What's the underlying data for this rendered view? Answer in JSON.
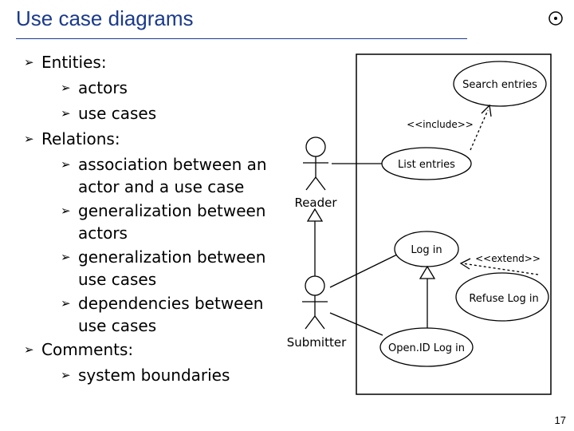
{
  "slide": {
    "title": "Use case diagrams",
    "page_number": "17"
  },
  "bullets": {
    "entities": "Entities:",
    "actors": "actors",
    "use_cases": "use cases",
    "relations": "Relations:",
    "association_1": "association between an",
    "association_2": "actor and a use case",
    "gen_actors_1": "generalization between",
    "gen_actors_2": "actors",
    "gen_uc_1": "generalization between",
    "gen_uc_2": "use cases",
    "dep_1": "dependencies between",
    "dep_2": "use cases",
    "comments": "Comments:",
    "boundaries": "system boundaries"
  },
  "diagram": {
    "actors": {
      "reader": "Reader",
      "submitter": "Submitter"
    },
    "use_cases": {
      "search": "Search entries",
      "list": "List entries",
      "login": "Log in",
      "refuse": "Refuse Log in",
      "openid": "Open.ID Log in"
    },
    "stereotypes": {
      "include": "<<include>>",
      "extend": "<<extend>>"
    }
  }
}
